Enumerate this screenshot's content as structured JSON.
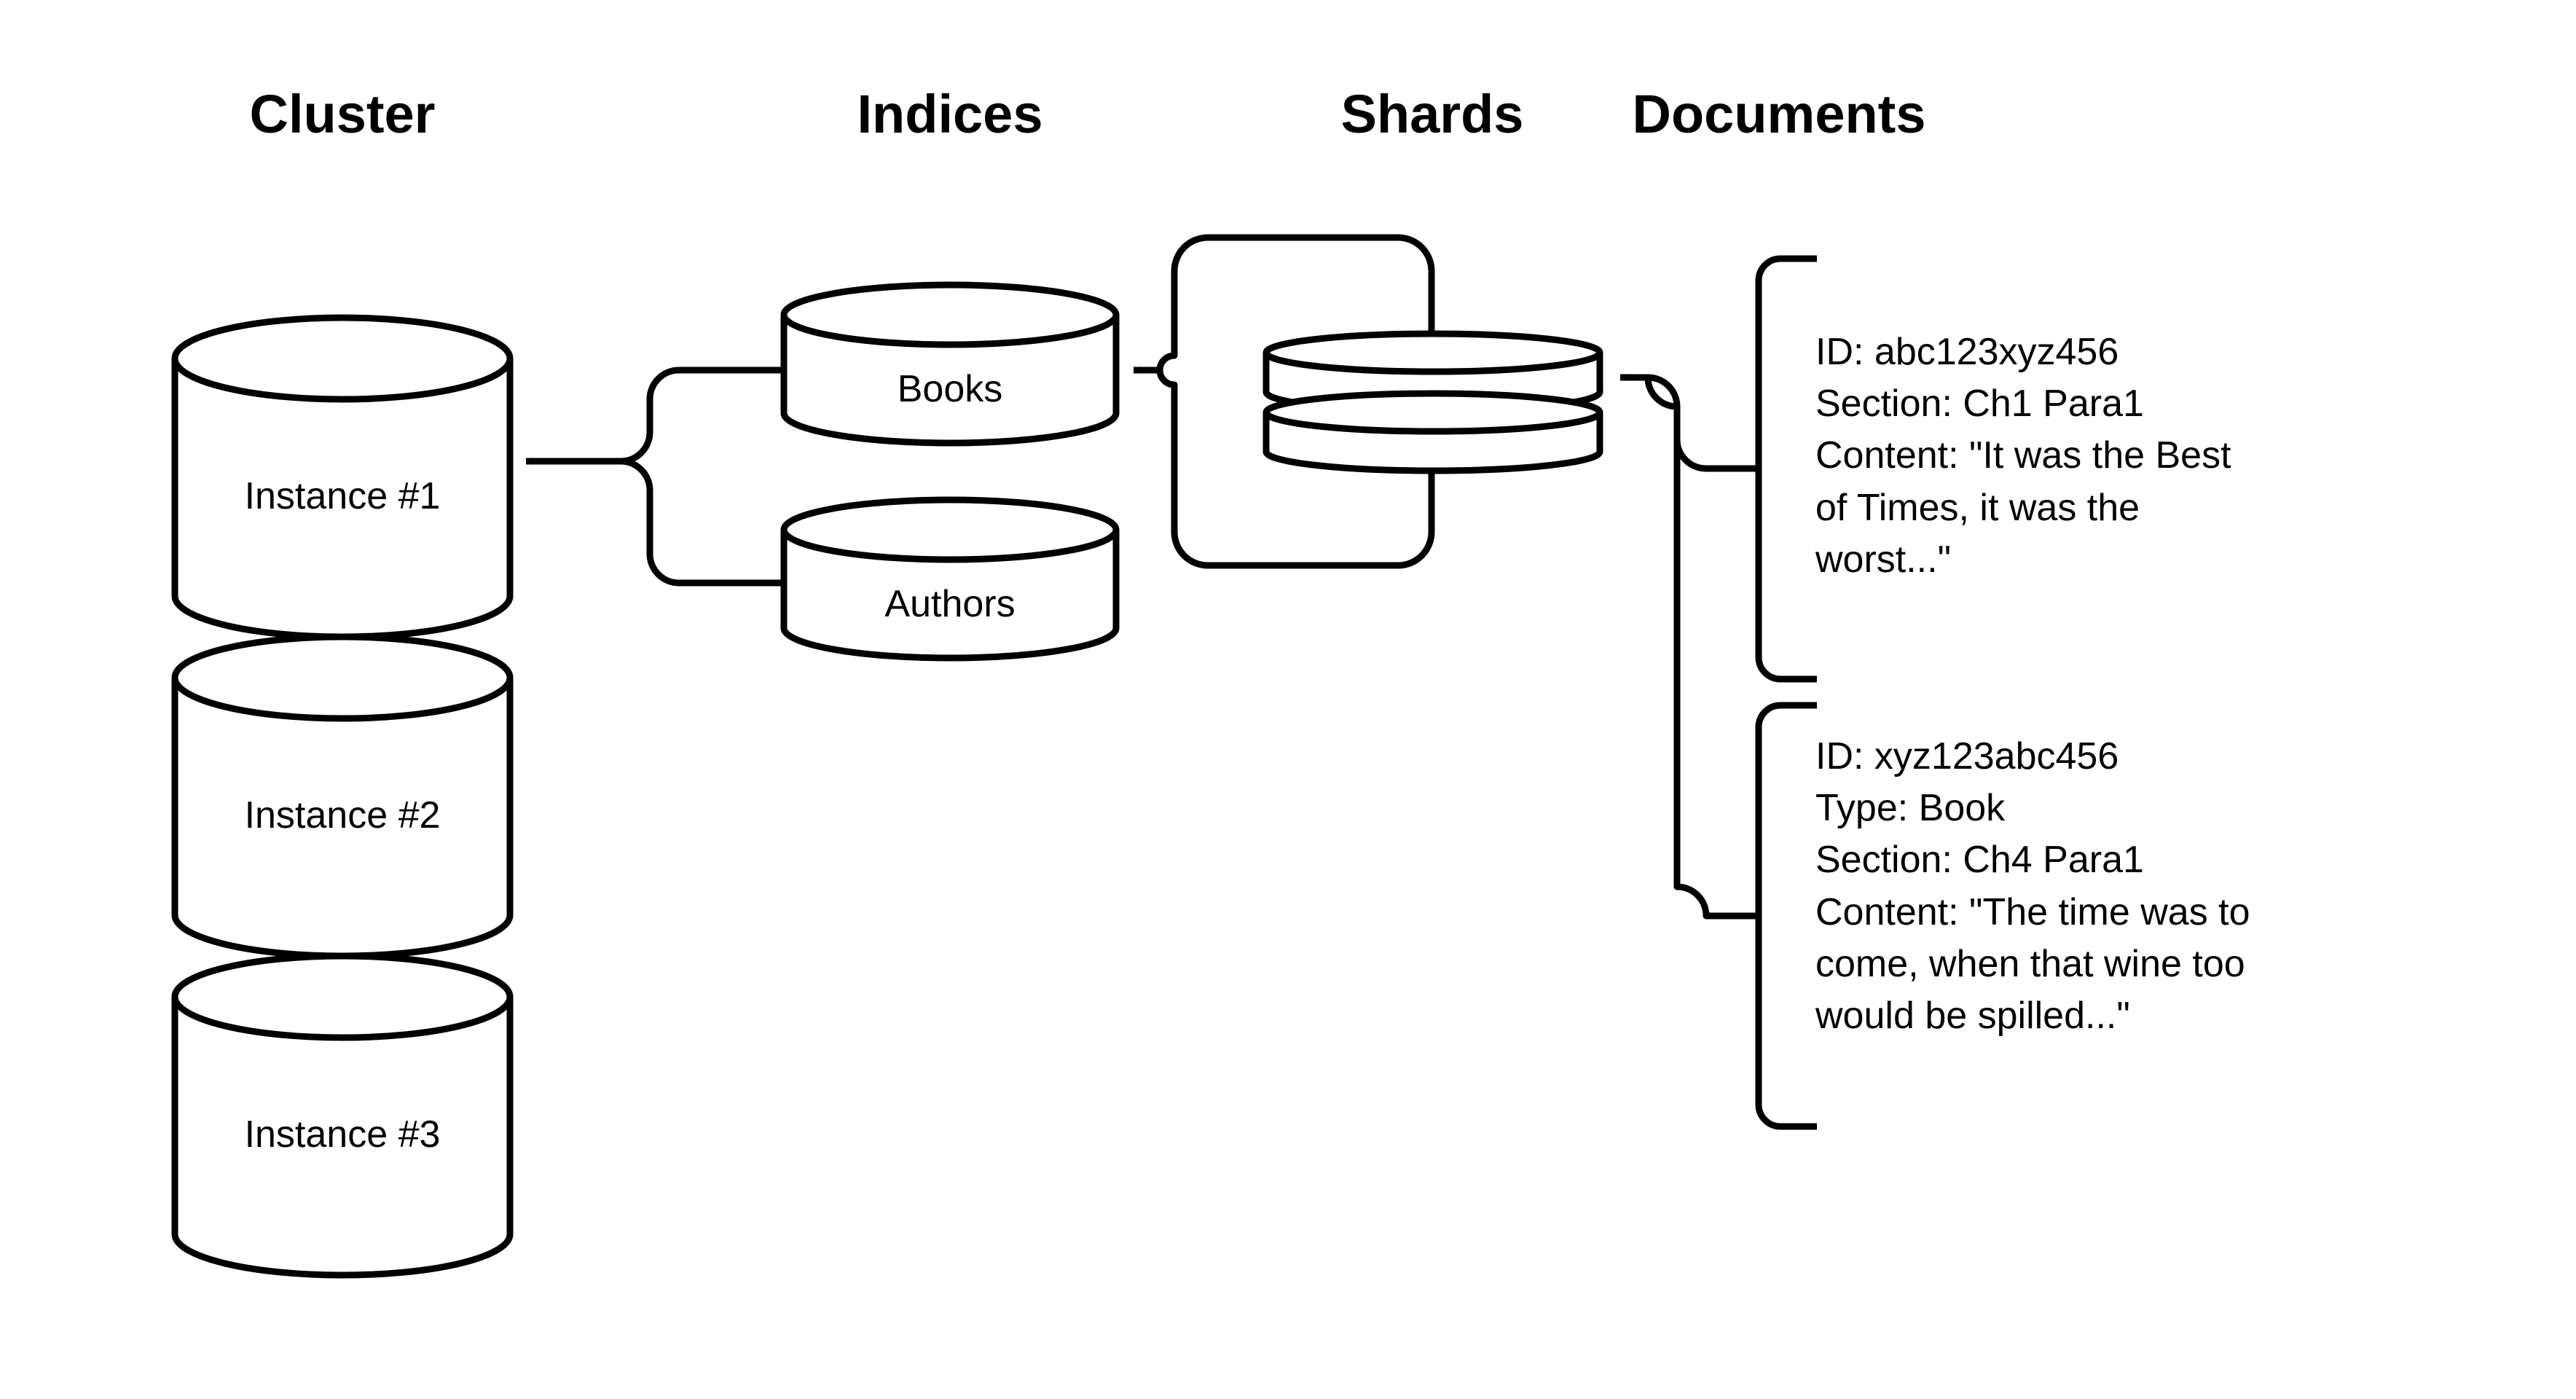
{
  "diagram": {
    "title_row": {
      "cluster": "Cluster",
      "indices": "Indices",
      "shards": "Shards",
      "documents": "Documents"
    },
    "cluster": {
      "instances": [
        {
          "label": "Instance #1"
        },
        {
          "label": "Instance #2"
        },
        {
          "label": "Instance #3"
        }
      ]
    },
    "indices": {
      "items": [
        {
          "label": "Books"
        },
        {
          "label": "Authors"
        }
      ]
    },
    "shards": {
      "count_visible": 2
    },
    "documents": [
      {
        "lines": [
          "ID: abc123xyz456",
          "Section: Ch1 Para1",
          "Content: \"It was the Best",
          "of Times, it was the",
          "worst...\""
        ]
      },
      {
        "lines": [
          "ID: xyz123abc456",
          "Type: Book",
          "Section: Ch4 Para1",
          "Content: \"The time was to",
          "come, when that wine too",
          "would be spilled...\""
        ]
      }
    ],
    "colors": {
      "stroke": "#000000",
      "fill": "#ffffff",
      "background": "#ffffff"
    }
  }
}
